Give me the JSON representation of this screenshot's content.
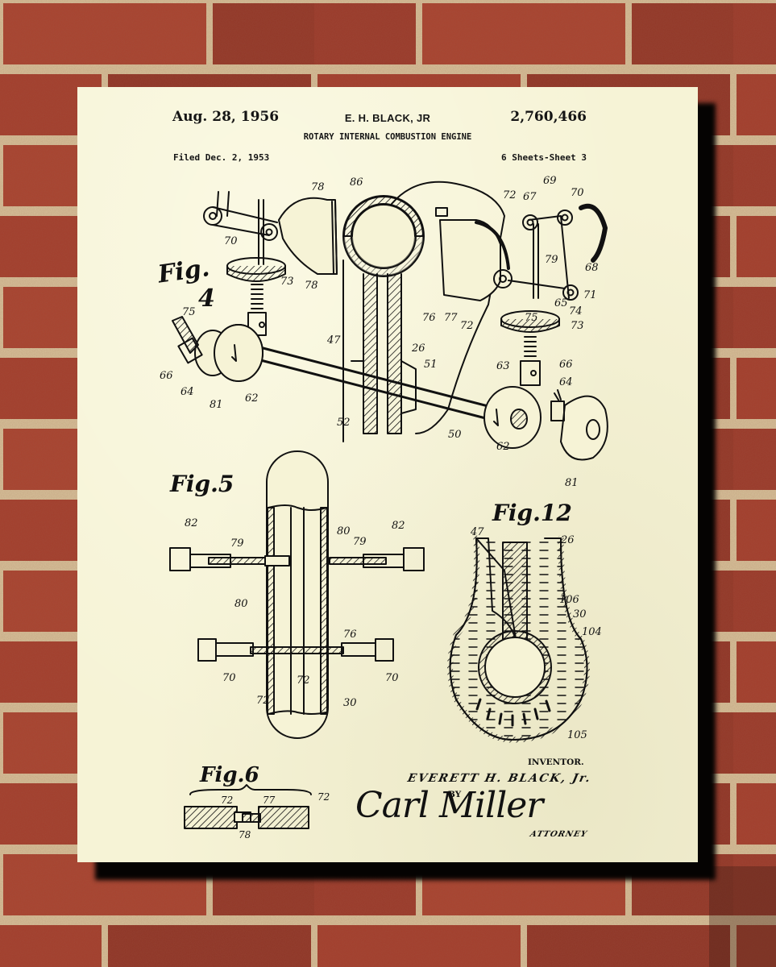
{
  "scene": {
    "description": "Patent print poster mounted on a red brick wall",
    "wall_brick_color": "#9c3b2a",
    "wall_mortar_color": "#d6c29a",
    "poster_paper_color": "#f6f3d6",
    "ink_color": "#111111"
  },
  "patent": {
    "date": "Aug. 28, 1956",
    "inventor_header": "E. H. BLACK, JR",
    "patent_number": "2,760,466",
    "title": "ROTARY INTERNAL COMBUSTION ENGINE",
    "filed": "Filed Dec. 2, 1953",
    "sheets": "6 Sheets-Sheet 3"
  },
  "figures": [
    {
      "name": "Fig. 4",
      "label": "Fig. 4",
      "reference_numerals": [
        "78",
        "86",
        "72",
        "67",
        "69",
        "70",
        "70",
        "73",
        "75",
        "47",
        "26",
        "51",
        "52",
        "50",
        "66",
        "64",
        "81",
        "62",
        "62",
        "63",
        "66",
        "64",
        "75",
        "74",
        "73",
        "65",
        "71",
        "68",
        "79",
        "77",
        "76",
        "72",
        "81"
      ]
    },
    {
      "name": "Fig. 5",
      "label": "Fig.5",
      "reference_numerals": [
        "82",
        "79",
        "80",
        "79",
        "82",
        "80",
        "76",
        "70",
        "72",
        "70",
        "72",
        "30"
      ]
    },
    {
      "name": "Fig. 12",
      "label": "Fig.12",
      "reference_numerals": [
        "47",
        "26",
        "106",
        "30",
        "104",
        "105"
      ]
    },
    {
      "name": "Fig. 6",
      "label": "Fig.6",
      "reference_numerals": [
        "72",
        "77",
        "72",
        "78"
      ]
    }
  ],
  "signature_block": {
    "inventor_label": "INVENTOR.",
    "inventor_name": "EVERETT H. BLACK, Jr.",
    "by_label": "BY",
    "attorney_signature": "Carl Miller",
    "attorney_label": "ATTORNEY"
  }
}
